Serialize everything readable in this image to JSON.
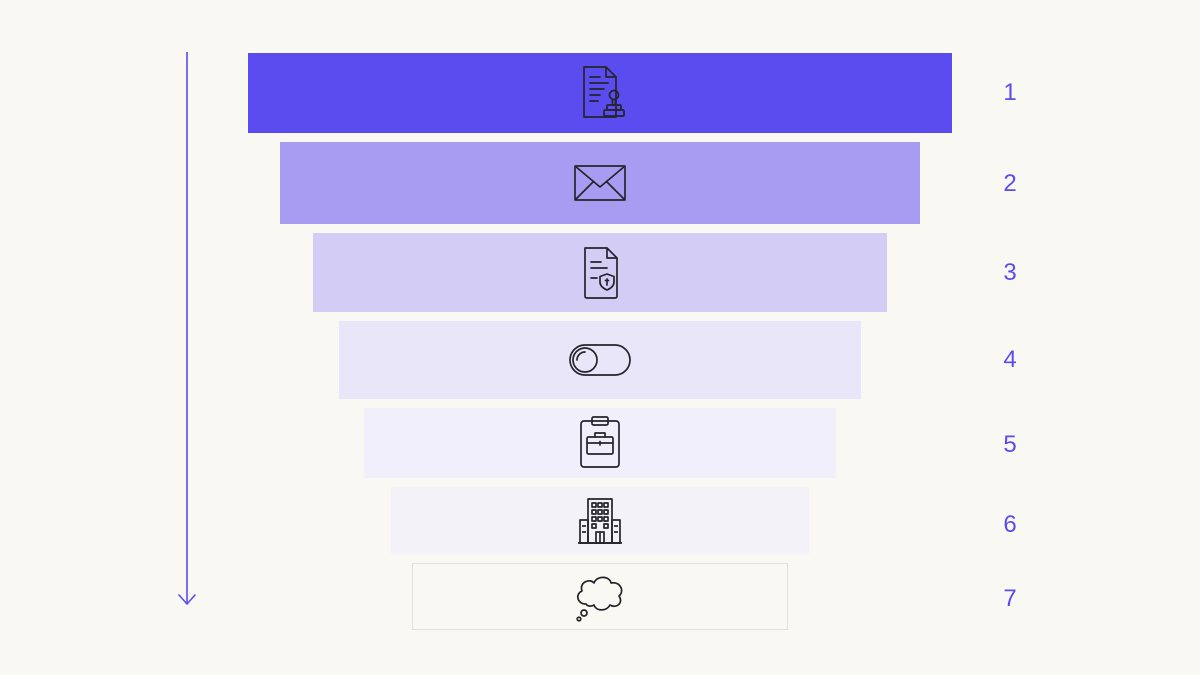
{
  "colors": {
    "background": "#f9f8f3",
    "accent": "#5b4cf0",
    "number_text": "#5b4cf0",
    "icon_stroke": "#24242a",
    "tiers": [
      "#5b4cf0",
      "#a79cf2",
      "#d3cdf6",
      "#e9e6f9",
      "#f1effb",
      "#f3f2f8",
      "#f9f8f3"
    ]
  },
  "funnel": {
    "tiers": [
      {
        "number": "1",
        "icon": "document-stamp-icon"
      },
      {
        "number": "2",
        "icon": "envelope-icon"
      },
      {
        "number": "3",
        "icon": "document-shield-icon"
      },
      {
        "number": "4",
        "icon": "toggle-switch-icon"
      },
      {
        "number": "5",
        "icon": "clipboard-briefcase-icon"
      },
      {
        "number": "6",
        "icon": "office-building-icon"
      },
      {
        "number": "7",
        "icon": "thought-bubble-icon"
      }
    ]
  }
}
